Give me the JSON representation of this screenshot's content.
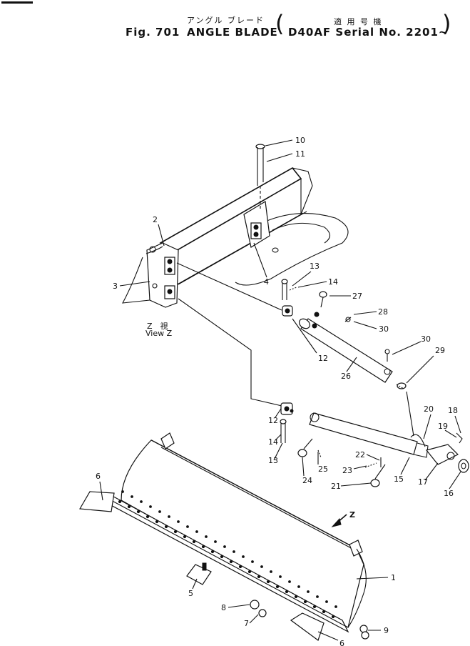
{
  "header": {
    "japanese_title": "アングル ブレード",
    "japanese_applicability": "適 用 号 機",
    "fig_label": "Fig. 701",
    "title": "ANGLE BLADE",
    "model_serial": "D40AF Serial No. 2201~"
  },
  "view_label": {
    "japanese": "Z　視",
    "english": "View Z"
  },
  "arrow_label": "Z",
  "callouts": [
    "10",
    "11",
    "2",
    "3",
    "4",
    "13",
    "14",
    "27",
    "28",
    "30",
    "12",
    "26",
    "30",
    "29",
    "20",
    "18",
    "19",
    "12",
    "14",
    "13",
    "25",
    "22",
    "23",
    "24",
    "21",
    "15",
    "17",
    "16",
    "6",
    "1",
    "5",
    "8",
    "7",
    "6",
    "9"
  ]
}
